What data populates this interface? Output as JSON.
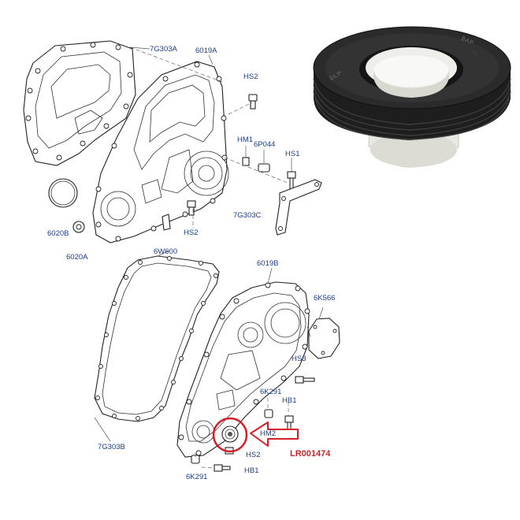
{
  "labels": {
    "l_7g303a": "7G303A",
    "l_6019a": "6019A",
    "l_hs2_top": "HS2",
    "l_hm1": "HM1",
    "l_6p044": "6P044",
    "l_hs1": "HS1",
    "l_7g303c": "7G303C",
    "l_hs2_mid": "HS2",
    "l_6020b": "6020B",
    "l_6020a": "6020A",
    "l_6w600": "6W600",
    "l_6019b": "6019B",
    "l_6k566": "6K566",
    "l_hs3": "HS3",
    "l_6k291_right": "6K291",
    "l_hb1_right": "HB1",
    "l_hm2": "HM2",
    "l_hs2_bottom": "HS2",
    "l_7g303b": "7G303B",
    "l_6k291_bottom": "6K291",
    "l_hb1_bottom": "HB1"
  },
  "callout": {
    "part_number": "LR001474"
  },
  "colors": {
    "label_blue": "#1e3c8c",
    "callout_red": "#d41f26",
    "seal_rubber": "#2b2b2b",
    "seal_sleeve": "#e8e8e2"
  }
}
